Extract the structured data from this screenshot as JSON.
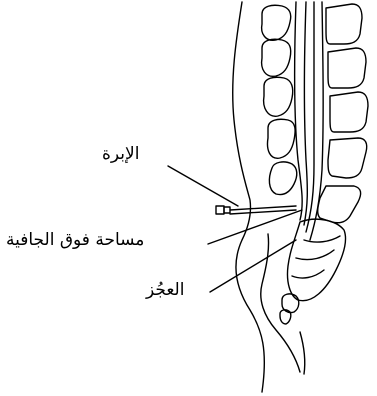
{
  "labels": {
    "needle": "الإبرة",
    "epidural_space": "مساحة فوق الجافية",
    "sacrum": "العجُز"
  }
}
